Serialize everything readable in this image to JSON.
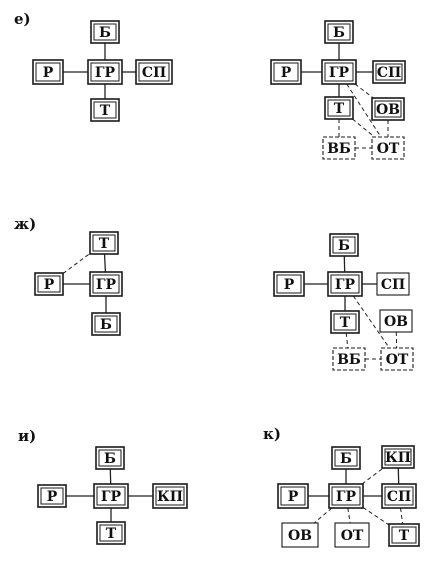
{
  "sections": [
    {
      "label": "е)",
      "nodes": [
        {
          "id": "b",
          "text": "Б",
          "style": "double"
        },
        {
          "id": "gr",
          "text": "ГР",
          "style": "double"
        },
        {
          "id": "r",
          "text": "Р",
          "style": "double"
        },
        {
          "id": "sp",
          "text": "СП",
          "style": "double"
        },
        {
          "id": "t",
          "text": "Т",
          "style": "double"
        }
      ],
      "edges": [
        {
          "from": "b",
          "to": "gr",
          "type": "solid"
        },
        {
          "from": "r",
          "to": "gr",
          "type": "solid"
        },
        {
          "from": "gr",
          "to": "sp",
          "type": "solid"
        },
        {
          "from": "gr",
          "to": "t",
          "type": "solid"
        }
      ]
    },
    {
      "label": "",
      "nodes": [
        {
          "id": "b",
          "text": "Б",
          "style": "double"
        },
        {
          "id": "gr",
          "text": "ГР",
          "style": "double"
        },
        {
          "id": "r",
          "text": "Р",
          "style": "double"
        },
        {
          "id": "sp",
          "text": "СП",
          "style": "double"
        },
        {
          "id": "t",
          "text": "Т",
          "style": "double"
        },
        {
          "id": "ov",
          "text": "ОВ",
          "style": "double"
        },
        {
          "id": "vb",
          "text": "ВБ",
          "style": "dashed"
        },
        {
          "id": "ot",
          "text": "ОТ",
          "style": "dashed"
        }
      ],
      "edges": [
        {
          "from": "b",
          "to": "gr",
          "type": "solid"
        },
        {
          "from": "r",
          "to": "gr",
          "type": "solid"
        },
        {
          "from": "gr",
          "to": "sp",
          "type": "solid"
        },
        {
          "from": "gr",
          "to": "t",
          "type": "solid"
        },
        {
          "from": "gr",
          "to": "ov",
          "type": "dashed"
        },
        {
          "from": "gr",
          "to": "ot",
          "type": "dashed"
        },
        {
          "from": "t",
          "to": "ot",
          "type": "dashed"
        },
        {
          "from": "t",
          "to": "vb",
          "type": "dashed"
        },
        {
          "from": "vb",
          "to": "ot",
          "type": "dashed"
        },
        {
          "from": "ov",
          "to": "ot",
          "type": "dashed"
        }
      ]
    },
    {
      "label": "ж)",
      "nodes": [
        {
          "id": "t",
          "text": "Т",
          "style": "double"
        },
        {
          "id": "r",
          "text": "Р",
          "style": "double"
        },
        {
          "id": "gr",
          "text": "ГР",
          "style": "double"
        },
        {
          "id": "b",
          "text": "Б",
          "style": "double"
        }
      ],
      "edges": [
        {
          "from": "t",
          "to": "gr",
          "type": "solid"
        },
        {
          "from": "r",
          "to": "gr",
          "type": "solid"
        },
        {
          "from": "r",
          "to": "t",
          "type": "dashed"
        },
        {
          "from": "gr",
          "to": "b",
          "type": "solid"
        }
      ]
    },
    {
      "label": "",
      "nodes": [
        {
          "id": "b",
          "text": "Б",
          "style": "double"
        },
        {
          "id": "gr",
          "text": "ГР",
          "style": "double"
        },
        {
          "id": "r",
          "text": "Р",
          "style": "double"
        },
        {
          "id": "sp",
          "text": "СП",
          "style": "thin"
        },
        {
          "id": "t",
          "text": "Т",
          "style": "double"
        },
        {
          "id": "ov",
          "text": "ОВ",
          "style": "thin"
        },
        {
          "id": "vb",
          "text": "ВБ",
          "style": "dashed"
        },
        {
          "id": "ot",
          "text": "ОТ",
          "style": "dashed"
        }
      ],
      "edges": [
        {
          "from": "b",
          "to": "gr",
          "type": "solid"
        },
        {
          "from": "r",
          "to": "gr",
          "type": "solid"
        },
        {
          "from": "gr",
          "to": "sp",
          "type": "solid"
        },
        {
          "from": "gr",
          "to": "t",
          "type": "solid"
        },
        {
          "from": "gr",
          "to": "ot",
          "type": "dashed"
        },
        {
          "from": "t",
          "to": "vb",
          "type": "dashed"
        },
        {
          "from": "vb",
          "to": "ot",
          "type": "dashed"
        },
        {
          "from": "ov",
          "to": "ot",
          "type": "dashed"
        }
      ]
    },
    {
      "label": "и)",
      "nodes": [
        {
          "id": "b",
          "text": "Б",
          "style": "double"
        },
        {
          "id": "gr",
          "text": "ГР",
          "style": "double"
        },
        {
          "id": "r",
          "text": "Р",
          "style": "double"
        },
        {
          "id": "kp",
          "text": "КП",
          "style": "double"
        },
        {
          "id": "t",
          "text": "Т",
          "style": "double"
        }
      ],
      "edges": [
        {
          "from": "b",
          "to": "gr",
          "type": "solid"
        },
        {
          "from": "r",
          "to": "gr",
          "type": "solid"
        },
        {
          "from": "gr",
          "to": "kp",
          "type": "solid"
        },
        {
          "from": "gr",
          "to": "t",
          "type": "solid"
        }
      ]
    },
    {
      "label": "к)",
      "nodes": [
        {
          "id": "b",
          "text": "Б",
          "style": "double"
        },
        {
          "id": "kp",
          "text": "КП",
          "style": "double"
        },
        {
          "id": "r",
          "text": "Р",
          "style": "double"
        },
        {
          "id": "gr",
          "text": "ГР",
          "style": "double"
        },
        {
          "id": "sp",
          "text": "СП",
          "style": "double"
        },
        {
          "id": "ov",
          "text": "ОВ",
          "style": "thin"
        },
        {
          "id": "ot",
          "text": "ОТ",
          "style": "thin"
        },
        {
          "id": "t",
          "text": "Т",
          "style": "double"
        }
      ],
      "edges": [
        {
          "from": "b",
          "to": "gr",
          "type": "solid"
        },
        {
          "from": "r",
          "to": "gr",
          "type": "solid"
        },
        {
          "from": "gr",
          "to": "sp",
          "type": "solid"
        },
        {
          "from": "kp",
          "to": "sp",
          "type": "solid"
        },
        {
          "from": "gr",
          "to": "kp",
          "type": "dashed"
        },
        {
          "from": "gr",
          "to": "ov",
          "type": "dashed"
        },
        {
          "from": "gr",
          "to": "ot",
          "type": "dashed"
        },
        {
          "from": "gr",
          "to": "t",
          "type": "dashed"
        },
        {
          "from": "sp",
          "to": "t",
          "type": "dashed"
        }
      ]
    }
  ]
}
